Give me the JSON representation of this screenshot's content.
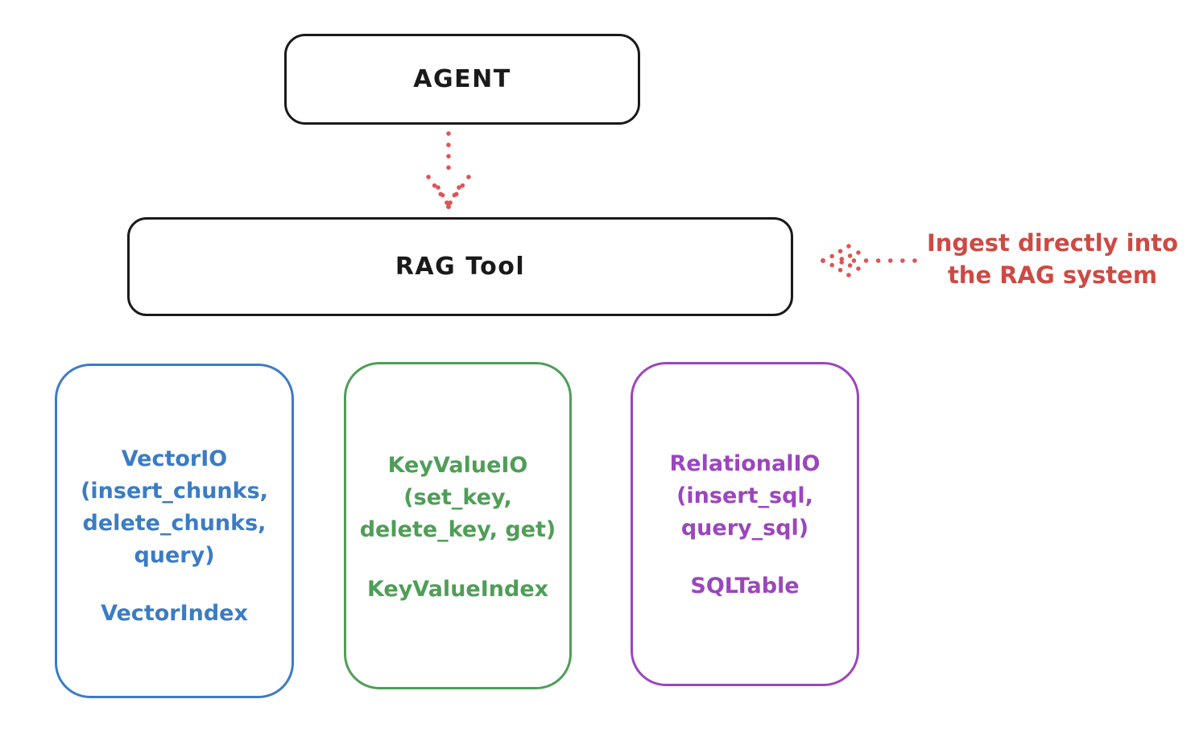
{
  "agent_box": {
    "label": "AGENT"
  },
  "rag_tool_box": {
    "label": "RAG Tool"
  },
  "annotation": {
    "line1": "Ingest directly into",
    "line2": "the RAG system"
  },
  "backends": [
    {
      "id": "vector-io",
      "title_lines": [
        "VectorIO",
        "(insert_chunks,",
        "delete_chunks,",
        "query)"
      ],
      "index_label": "VectorIndex",
      "color": "#3b7cc4"
    },
    {
      "id": "keyvalue-io",
      "title_lines": [
        "KeyValueIO",
        "(set_key,",
        "delete_key, get)"
      ],
      "index_label": "KeyValueIndex",
      "color": "#4e9e57"
    },
    {
      "id": "relational-io",
      "title_lines": [
        "RelationalIO",
        "(insert_sql,",
        "query_sql)"
      ],
      "index_label": "SQLTable",
      "color": "#9b46bd"
    }
  ],
  "colors": {
    "stroke_black": "#1a1a1a",
    "red_text": "#cd4a44",
    "red_arrow": "#dd5555",
    "blue": "#3b7cc4",
    "green": "#4e9e57",
    "purple": "#9b46bd",
    "background": "#ffffff"
  }
}
